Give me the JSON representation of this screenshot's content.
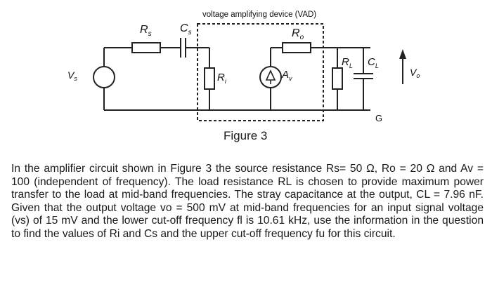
{
  "diagram": {
    "vad_title": "voltage amplifying device (VAD)",
    "source_label": "V",
    "source_sub": "s",
    "rs_label": "R",
    "rs_sub": "s",
    "cs_label": "C",
    "cs_sub": "s",
    "ro_label": "R",
    "ro_sub": "o",
    "ri_label": "R",
    "ri_sub": "i",
    "av_label": "A",
    "av_sub": "v",
    "rl_label": "R",
    "rl_sub": "L",
    "cl_label": "C",
    "cl_sub": "L",
    "ground_label": "G",
    "vo_label": "V",
    "vo_sub": "o"
  },
  "figure_caption": "Figure 3",
  "question": {
    "text": "In the amplifier circuit shown in Figure 3 the source resistance Rs= 50 Ω, Ro = 20 Ω and Av = 100 (independent of frequency). The load resistance RL is chosen to provide maximum power transfer to the load at mid-band frequencies. The stray capacitance at the output, CL = 7.96 nF. Given that the output voltage vo = 500 mV at mid-band frequencies for an input signal voltage (vs) of 15 mV and the lower cut-off frequency fl is 10.61 kHz, use the information in the question to find the values of Ri and Cs and the upper cut-off frequency fu for this circuit."
  }
}
